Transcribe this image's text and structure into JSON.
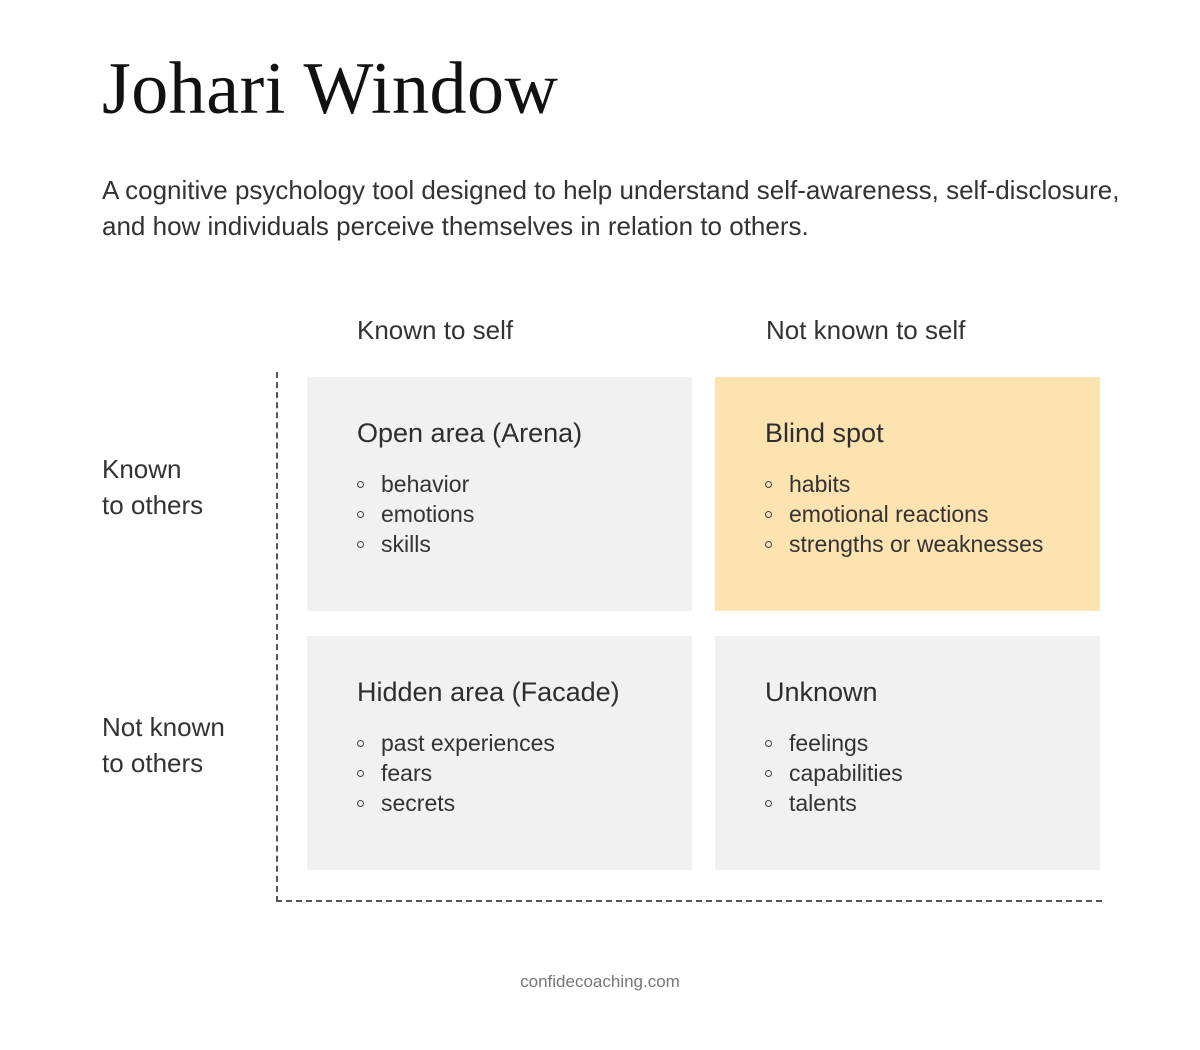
{
  "header": {
    "title": "Johari Window",
    "subtitle": "A cognitive psychology tool designed to help understand self-awareness, self-disclosure, and how individuals perceive themselves in relation to others."
  },
  "columns": [
    {
      "label": "Known to self"
    },
    {
      "label": "Not known to self"
    }
  ],
  "rows": [
    {
      "label_line1": "Known",
      "label_line2": "to others"
    },
    {
      "label_line1": "Not known",
      "label_line2": "to others"
    }
  ],
  "quadrants": [
    {
      "title": "Open area (Arena)",
      "items": [
        "behavior",
        "emotions",
        "skills"
      ],
      "color": "#f1f1f1"
    },
    {
      "title": "Blind spot",
      "items": [
        "habits",
        "emotional reactions",
        "strengths or weaknesses"
      ],
      "color": "#fde3b0"
    },
    {
      "title": "Hidden area (Facade)",
      "items": [
        "past experiences",
        "fears",
        "secrets"
      ],
      "color": "#f1f1f1"
    },
    {
      "title": "Unknown",
      "items": [
        "feelings",
        "capabilities",
        "talents"
      ],
      "color": "#f1f1f1"
    }
  ],
  "footer": {
    "text": "confidecoaching.com"
  }
}
